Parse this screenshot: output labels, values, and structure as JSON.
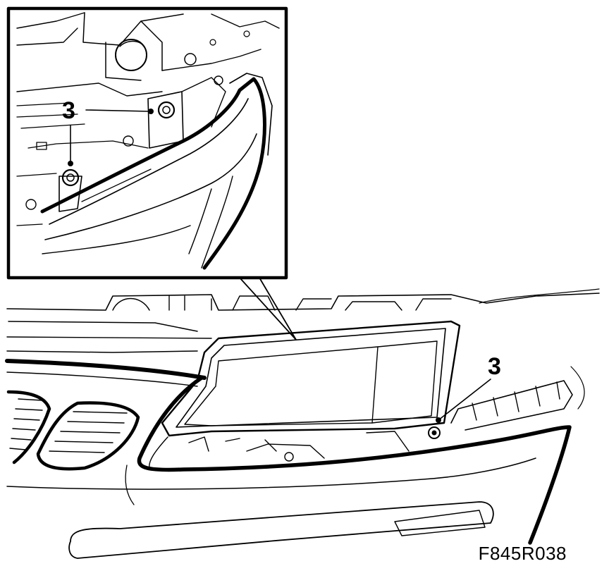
{
  "callouts": {
    "inset_screws_label": "3",
    "main_screw_label": "3"
  },
  "figure": {
    "code": "F845R038"
  },
  "colors": {
    "ink": "#000000",
    "paper": "#ffffff"
  }
}
